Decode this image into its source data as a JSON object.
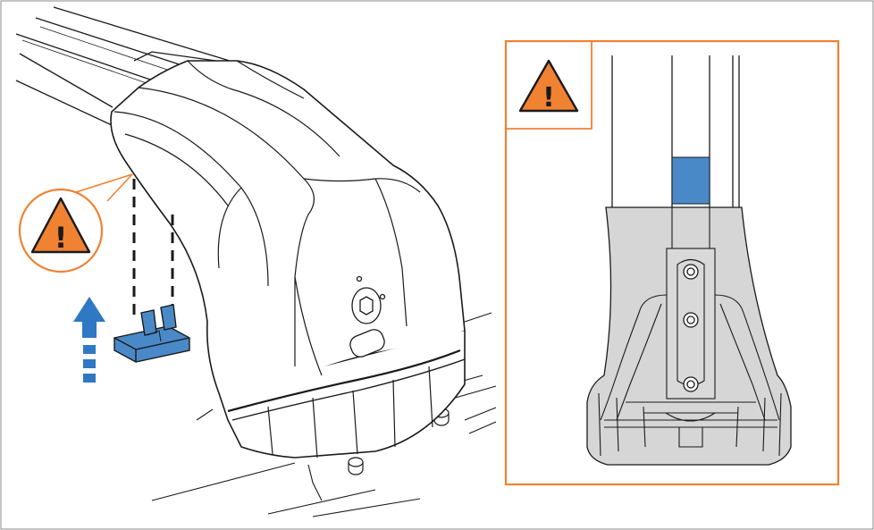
{
  "figure": {
    "kind": "installation-instruction",
    "colors": {
      "line": "#1a1a1a",
      "warning_orange": "#f08232",
      "frame_orange": "#f08232",
      "part_blue": "#4a89c8",
      "arrow_blue": "#2f78c4",
      "housing_gray": "#cfcfcf",
      "background": "#ffffff"
    }
  },
  "left_panel": {
    "warning_callout": {
      "icon": "warning-triangle-icon",
      "glyph": "!"
    },
    "insert_part": {
      "name": "blue-pad",
      "color": "#4a89c8"
    },
    "arrow": {
      "icon": "arrow-up-icon",
      "direction": "up",
      "style": "dashed-tail"
    }
  },
  "detail_panel": {
    "warning_badge": {
      "icon": "warning-triangle-icon",
      "glyph": "!"
    },
    "highlighted_part": {
      "name": "blue-strip",
      "color": "#4a89c8"
    }
  }
}
